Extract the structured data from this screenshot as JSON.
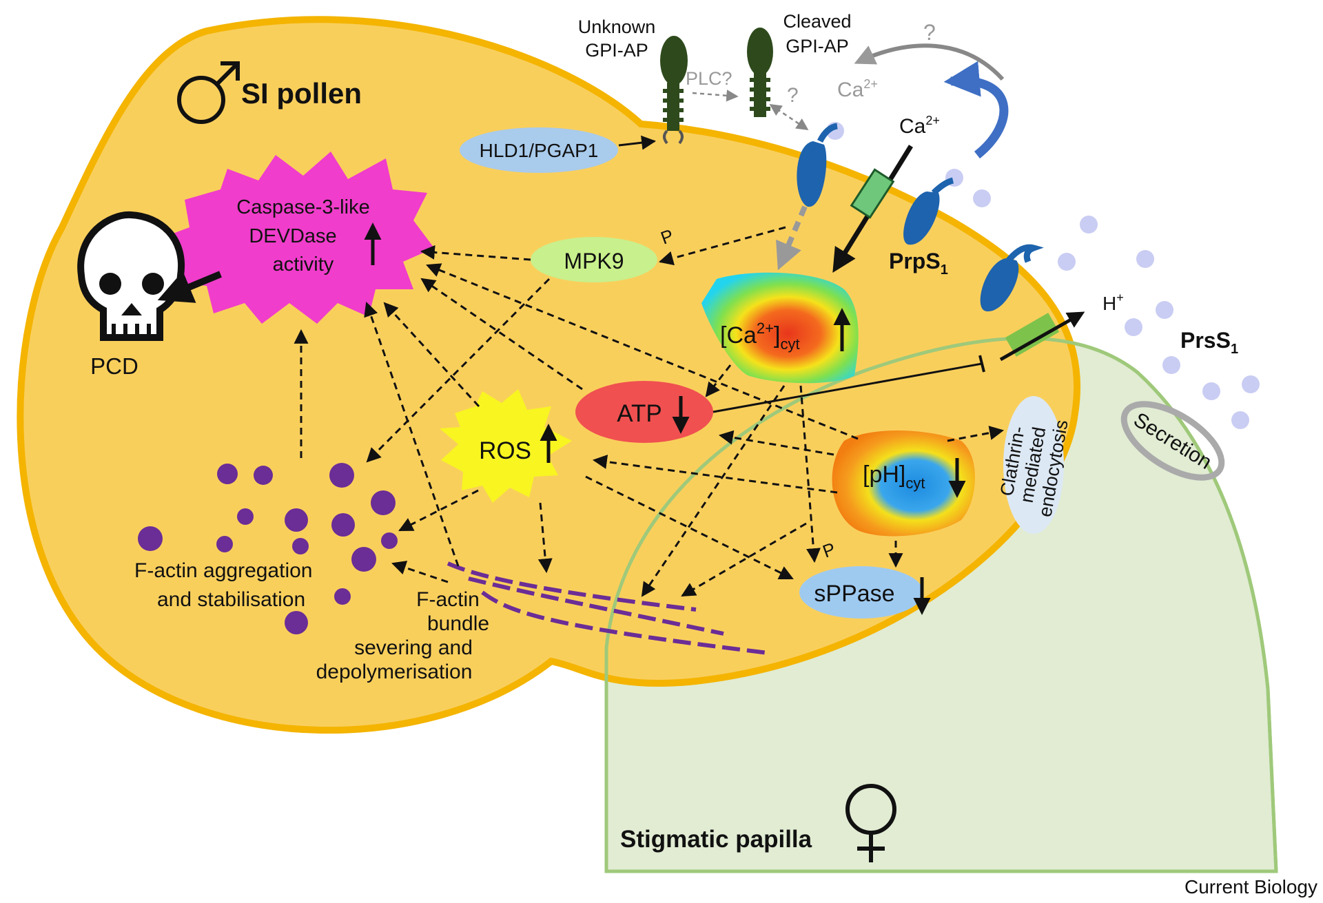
{
  "labels": {
    "si_pollen": "SI pollen",
    "unknown_gpi_1": "Unknown",
    "unknown_gpi_2": "GPI-AP",
    "cleaved_gpi_1": "Cleaved",
    "cleaved_gpi_2": "GPI-AP",
    "plc": "PLC?",
    "question_1": "?",
    "question_2": "?",
    "ca_grey": "Ca",
    "ca_black": "Ca",
    "ca_sup": "2+",
    "hld1": "HLD1/PGAP1",
    "caspase_1": "Caspase-3-like",
    "caspase_2": "DEVDase",
    "caspase_3": "activity",
    "mpk9": "MPK9",
    "p_mpk9": "P",
    "p_sppase": "P",
    "prps": "PrpS",
    "prss": "PrsS",
    "sub_1": "1",
    "h_plus": "H",
    "h_sup": "+",
    "pcd": "PCD",
    "ca_cyt_open": "[Ca",
    "ca_cyt_sup": "2+",
    "ca_cyt_close": "]",
    "cyt_sub": "cyt",
    "atp": "ATP",
    "ros": "ROS",
    "ph_cyt": "[pH]",
    "clathrin_1": "Clathrin-",
    "clathrin_2": "mediated",
    "clathrin_3": "endocytosis",
    "secretion": "Secretion",
    "sppase": "sPPase",
    "factin_agg_1": "F-actin aggregation",
    "factin_agg_2": "and stabilisation",
    "factin_bundle_1": "F-actin",
    "factin_bundle_2": "bundle",
    "factin_bundle_3": "severing and",
    "factin_bundle_4": "depolymerisation",
    "stigmatic": "Stigmatic papilla",
    "journal": "Current Biology"
  },
  "colors": {
    "pollen_fill": "#f9cf5c",
    "pollen_border": "#f4b400",
    "papilla_fill": "#e1ecd3",
    "papilla_border": "#9fc97a",
    "caspase_star": "#f03dcb",
    "ros_star": "#f8f521",
    "atp_oval": "#f05050",
    "mpk9_oval": "#c8f08c",
    "hld1_oval": "#a9cbec",
    "sppase_oval": "#9fcaf0",
    "receptor_blue": "#1e63ad",
    "prss_dot": "#c9cdf3",
    "actin_purple": "#6b2d96",
    "gpi_green": "#2e4a1c",
    "channel_green": "#7dc24b"
  }
}
